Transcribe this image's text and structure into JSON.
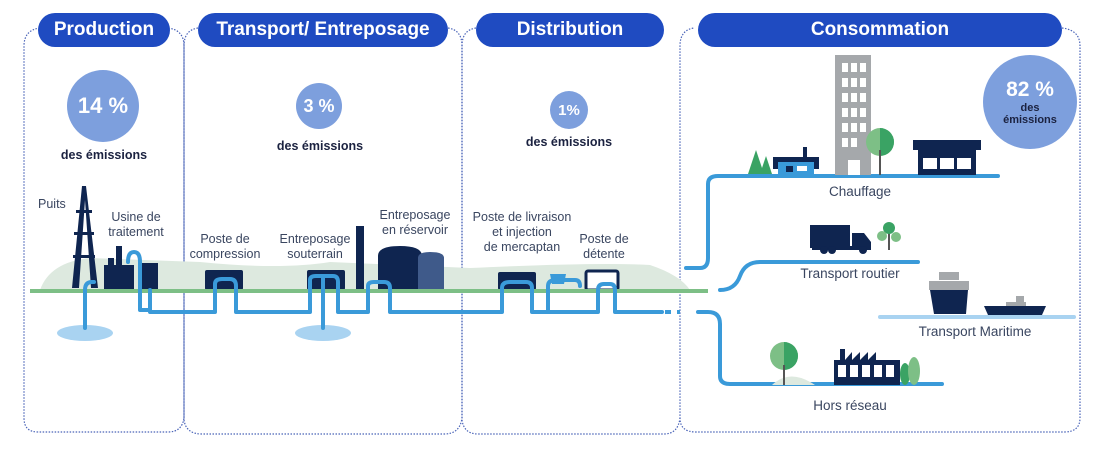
{
  "stages": [
    {
      "title": "Production",
      "percent": "14 %",
      "emissions_label": "des émissions"
    },
    {
      "title": "Transport/ Entreposage",
      "percent": "3 %",
      "emissions_label": "des émissions"
    },
    {
      "title": "Distribution",
      "percent": "1%",
      "emissions_label": "des émissions"
    },
    {
      "title": "Consommation",
      "percent": "82 %",
      "emissions_label_line1": "des",
      "emissions_label_line2": "émissions"
    }
  ],
  "facilities": {
    "puits": "Puits",
    "usine_line1": "Usine de",
    "usine_line2": "traitement",
    "compression_line1": "Poste de",
    "compression_line2": "compression",
    "souterrain_line1": "Entreposage",
    "souterrain_line2": "souterrain",
    "reservoir_line1": "Entreposage",
    "reservoir_line2": "en réservoir",
    "livraison_line1": "Poste de livraison",
    "livraison_line2": "et injection",
    "livraison_line3": "de mercaptan",
    "detente_line1": "Poste de",
    "detente_line2": "détente"
  },
  "consumption": {
    "chauffage": "Chauffage",
    "routier": "Transport routier",
    "maritime": "Transport Maritime",
    "hors_reseau": "Hors réseau"
  },
  "colors": {
    "header": "#1f4bc1",
    "badge": "#7d9fdd",
    "navy": "#0f2550",
    "pipe": "#3a9ad9",
    "ground": "#7dbf86",
    "hill": "#dde9df",
    "water": "#a9d3f1"
  }
}
